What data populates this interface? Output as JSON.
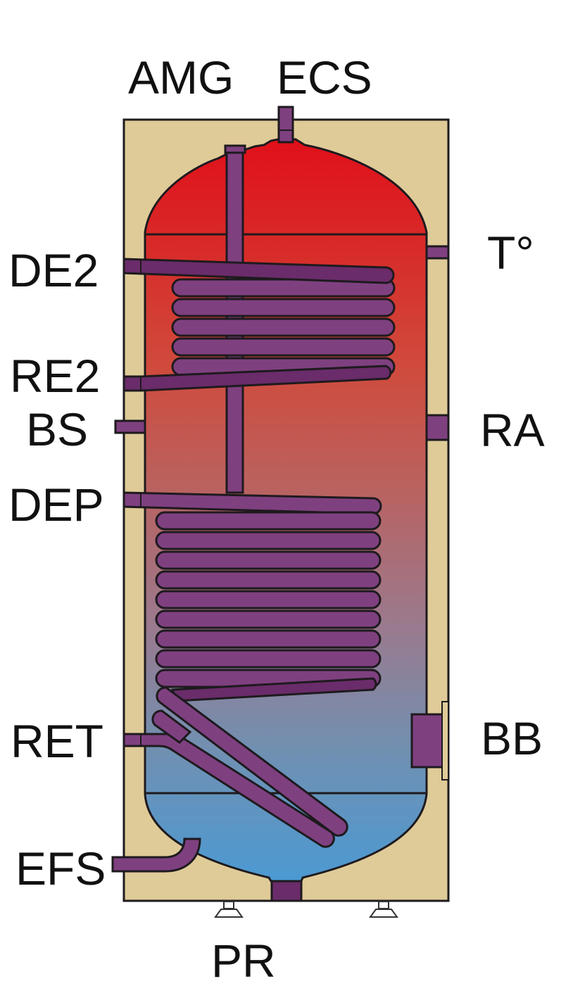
{
  "title": "Ballon d'eau chaude sanitaire double serpentin",
  "labels": {
    "amg": "AMG",
    "ecs": "ECS",
    "de2": "DE2",
    "re2": "RE2",
    "bs": "BS",
    "dep": "DEP",
    "ret": "RET",
    "efs": "EFS",
    "pr": "PR",
    "temp": "T°",
    "ra": "RA",
    "bb": "BB"
  },
  "colors": {
    "casing": "#dfcb98",
    "pipe": "#7f4080",
    "hot": "#e0141c",
    "cold": "#4f9ad0"
  }
}
